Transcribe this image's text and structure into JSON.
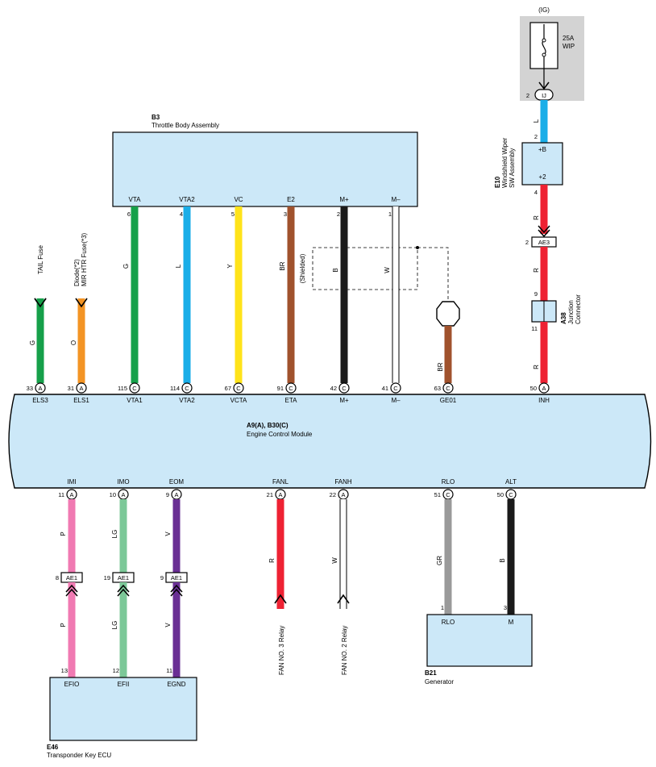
{
  "colors": {
    "box_fill": "#cce8f8",
    "fuse_panel": "#d3d3d3",
    "green": "#16a04a",
    "blue": "#1aaee8",
    "yellow": "#ffe31a",
    "brown": "#a0522d",
    "black": "#1a1a1a",
    "orange": "#f39424",
    "red": "#ee2233",
    "pink": "#f07ab2",
    "lightgreen": "#7cc898",
    "violet": "#6a2f94",
    "gray": "#9a9a9a"
  },
  "fuse": {
    "ig": "(IG)",
    "rating": "25A",
    "name": "WIP",
    "pin": "2",
    "connector": "IJ"
  },
  "throttle": {
    "id": "B3",
    "name": "Throttle Body Assembly",
    "terminals": [
      "VTA",
      "VTA2",
      "VC",
      "E2",
      "M+",
      "M–"
    ],
    "pins": [
      "6",
      "4",
      "5",
      "3",
      "2",
      "1"
    ],
    "wire_colors": [
      "G",
      "L",
      "Y",
      "BR",
      "B",
      "W"
    ],
    "shielded": "(Shielded)"
  },
  "wiper_sw": {
    "id": "E10",
    "name1": "Windshield Wiper",
    "name2": "SW Assembly",
    "top": "+B",
    "bottom": "+2",
    "pin_top": "2",
    "pin_bottom": "4",
    "wire_top": "L",
    "wire_bottom": "R"
  },
  "ae3": {
    "pin": "2",
    "label": "AE3",
    "wire": "R"
  },
  "junction": {
    "id": "A38",
    "name1": "Junction",
    "name2": "Connector",
    "pin_top": "9",
    "pin_bottom": "11",
    "wire": "R"
  },
  "left_sources": {
    "tail_fuse": "TAIL Fuse",
    "diode1": "Diode(*2)",
    "diode2": "MIR HTR Fuse(*3)",
    "wire_g": "G",
    "wire_o": "O"
  },
  "ge01_wire": "BR",
  "ecm": {
    "title": "A9(A), B30(C)",
    "name": "Engine Control Module",
    "top_pins": [
      {
        "pin": "33",
        "conn": "A",
        "label": "ELS3"
      },
      {
        "pin": "31",
        "conn": "A",
        "label": "ELS1"
      },
      {
        "pin": "115",
        "conn": "C",
        "label": "VTA1"
      },
      {
        "pin": "114",
        "conn": "C",
        "label": "VTA2"
      },
      {
        "pin": "67",
        "conn": "C",
        "label": "VCTA"
      },
      {
        "pin": "91",
        "conn": "C",
        "label": "ETA"
      },
      {
        "pin": "42",
        "conn": "C",
        "label": "M+"
      },
      {
        "pin": "41",
        "conn": "C",
        "label": "M–"
      },
      {
        "pin": "63",
        "conn": "C",
        "label": "GE01"
      },
      {
        "pin": "50",
        "conn": "A",
        "label": "INH"
      }
    ],
    "bottom_pins": [
      {
        "pin": "11",
        "conn": "A",
        "label": "IMI"
      },
      {
        "pin": "10",
        "conn": "A",
        "label": "IMO"
      },
      {
        "pin": "9",
        "conn": "A",
        "label": "EOM"
      },
      {
        "pin": "21",
        "conn": "A",
        "label": "FANL"
      },
      {
        "pin": "22",
        "conn": "A",
        "label": "FANH"
      },
      {
        "pin": "51",
        "conn": "C",
        "label": "RLO"
      },
      {
        "pin": "50",
        "conn": "C",
        "label": "ALT"
      }
    ]
  },
  "ae1": [
    {
      "pin": "8",
      "label": "AE1",
      "wire_top": "P",
      "wire_bottom": "P"
    },
    {
      "pin": "19",
      "label": "AE1",
      "wire_top": "LG",
      "wire_bottom": "LG"
    },
    {
      "pin": "9",
      "label": "AE1",
      "wire_top": "V",
      "wire_bottom": "V"
    }
  ],
  "fans": {
    "fan3": "FAN NO. 3 Relay",
    "fan2": "FAN NO. 2 Relay",
    "wire_r": "R",
    "wire_w": "W"
  },
  "transponder": {
    "id": "E46",
    "name": "Transponder Key ECU",
    "terminals": [
      "EFIO",
      "EFII",
      "EGND"
    ],
    "pins": [
      "13",
      "12",
      "11"
    ]
  },
  "generator": {
    "id": "B21",
    "name": "Generator",
    "terminals": [
      "RLO",
      "M"
    ],
    "pins": [
      "1",
      "3"
    ],
    "wires": [
      "GR",
      "B"
    ]
  }
}
